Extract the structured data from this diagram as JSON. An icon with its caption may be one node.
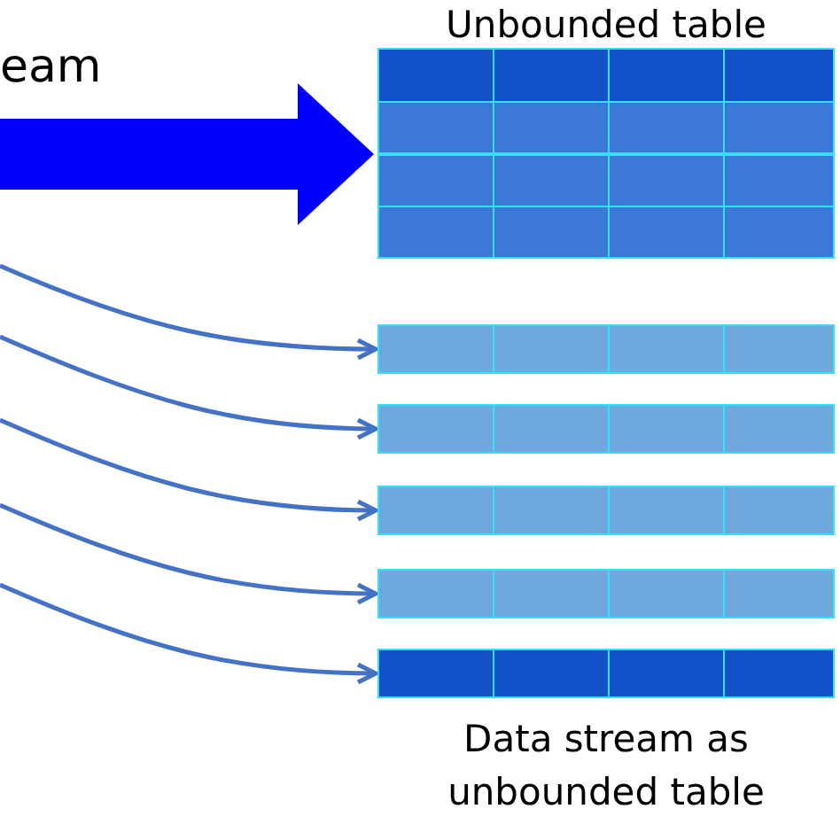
{
  "diagram": {
    "nodes": [
      {
        "text": [
          "Unbounded table"
        ]
      },
      {
        "text": [
          "Data stream as unbounded table"
        ]
      },
      {
        "text": [],
        "shape": "bar",
        "in": 1
      },
      {
        "text": [],
        "shape": "bar",
        "in": 1
      },
      {
        "text": [],
        "shape": "bar",
        "in": 1
      },
      {
        "text": [],
        "shape": "bar",
        "in": 1
      },
      {
        "text": [],
        "shape": "bar",
        "in": 1
      }
    ],
    "edges": [
      {
        "from": null,
        "to": 0,
        "arrow": "to",
        "label": "eam",
        "style": "thick",
        "color": "#0000ff"
      },
      {
        "from": null,
        "to": 2,
        "arrow": "to"
      },
      {
        "from": null,
        "to": 3,
        "arrow": "to"
      },
      {
        "from": null,
        "to": 4,
        "arrow": "to"
      },
      {
        "from": null,
        "to": 5,
        "arrow": "to"
      },
      {
        "from": null,
        "to": 6,
        "arrow": "to"
      }
    ]
  }
}
